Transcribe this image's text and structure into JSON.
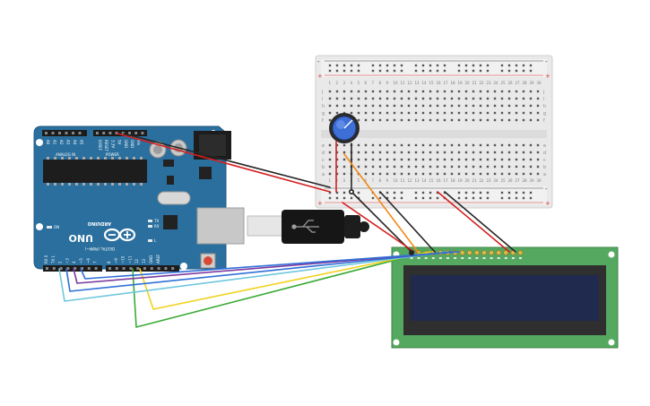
{
  "arduino": {
    "model": "UNO",
    "brand": "ARDUINO",
    "section_digital": "DIGITAL (PWM~)",
    "section_power": "POWER",
    "section_analog": "ANALOG IN",
    "label_on": "ON",
    "label_tx": "TX",
    "label_rx": "RX",
    "label_l": "L",
    "label_aref": "AREF",
    "label_gnd": "GND",
    "power_pins": [
      "IOREF",
      "RESET",
      "3.3V",
      "5V",
      "GND",
      "GND",
      "Vin"
    ],
    "analog_pins": [
      "A0",
      "A1",
      "A2",
      "A3",
      "A4",
      "A5"
    ],
    "digital_pins": [
      "13",
      "12",
      "~11",
      "~10",
      "~9",
      "8",
      "7",
      "~6",
      "~5",
      "4",
      "~3",
      "2",
      "TX 1",
      "RX 0"
    ]
  },
  "breadboard": {
    "row_letters_top": [
      "j",
      "i",
      "h",
      "g",
      "f"
    ],
    "row_letters_bottom": [
      "e",
      "d",
      "c",
      "b",
      "a"
    ],
    "rail_plus": "+",
    "rail_minus": "-",
    "column_count": 30
  },
  "wire_colors": {
    "red": "#d41f1f",
    "black": "#262626",
    "orange": "#f08a18",
    "yellow": "#f2d21b",
    "green": "#3aaa35",
    "blue": "#2f6fd8",
    "cyan": "#6fc7dd",
    "purple": "#7b3b9e",
    "board_blue": "#2a6f9e",
    "lcd_green": "#55a860",
    "lcd_screen": "#1f2a4e"
  }
}
